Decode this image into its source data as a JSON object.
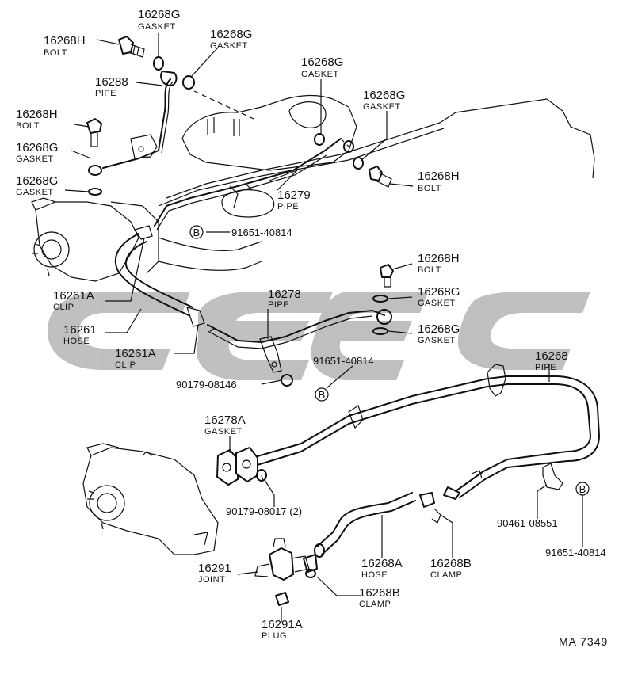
{
  "diagram_code": "MA 7349",
  "watermark_color": "#8c8c8c",
  "callouts": {
    "c1": {
      "part": "16268G",
      "name": "GASKET"
    },
    "c2": {
      "part": "16268H",
      "name": "BOLT"
    },
    "c3": {
      "part": "16268G",
      "name": "GASKET"
    },
    "c4": {
      "part": "16288",
      "name": "PIPE"
    },
    "c5": {
      "part": "16268G",
      "name": "GASKET"
    },
    "c6": {
      "part": "16268G",
      "name": "GASKET"
    },
    "c7": {
      "part": "16268H",
      "name": "BOLT"
    },
    "c8": {
      "part": "16268G",
      "name": "GASKET"
    },
    "c9": {
      "part": "16268G",
      "name": "GASKET"
    },
    "c10": {
      "part": "16268H",
      "name": "BOLT"
    },
    "c11": {
      "part": "16279",
      "name": "PIPE"
    },
    "c12": {
      "part": "91651-40814"
    },
    "c13": {
      "part": "16268H",
      "name": "BOLT"
    },
    "c14": {
      "part": "16278",
      "name": "PIPE"
    },
    "c15": {
      "part": "16268G",
      "name": "GASKET"
    },
    "c16": {
      "part": "16268G",
      "name": "GASKET"
    },
    "c17": {
      "part": "16261A",
      "name": "CLIP"
    },
    "c18": {
      "part": "16261",
      "name": "HOSE"
    },
    "c19": {
      "part": "16261A",
      "name": "CLIP"
    },
    "c20": {
      "part": "91651-40814"
    },
    "c21": {
      "part": "16268",
      "name": "PIPE"
    },
    "c22": {
      "part": "90179-08146"
    },
    "c23": {
      "part": "16278A",
      "name": "GASKET"
    },
    "c24": {
      "part": "90179-08017 (2)"
    },
    "c25": {
      "part": "90461-08551"
    },
    "c26": {
      "part": "91651-40814"
    },
    "c27": {
      "part": "16268A",
      "name": "HOSE"
    },
    "c28": {
      "part": "16268B",
      "name": "CLAMP"
    },
    "c29": {
      "part": "16291",
      "name": "JOINT"
    },
    "c30": {
      "part": "16268B",
      "name": "CLAMP"
    },
    "c31": {
      "part": "16291A",
      "name": "PLUG"
    }
  },
  "ref_marks": {
    "b": "B"
  }
}
